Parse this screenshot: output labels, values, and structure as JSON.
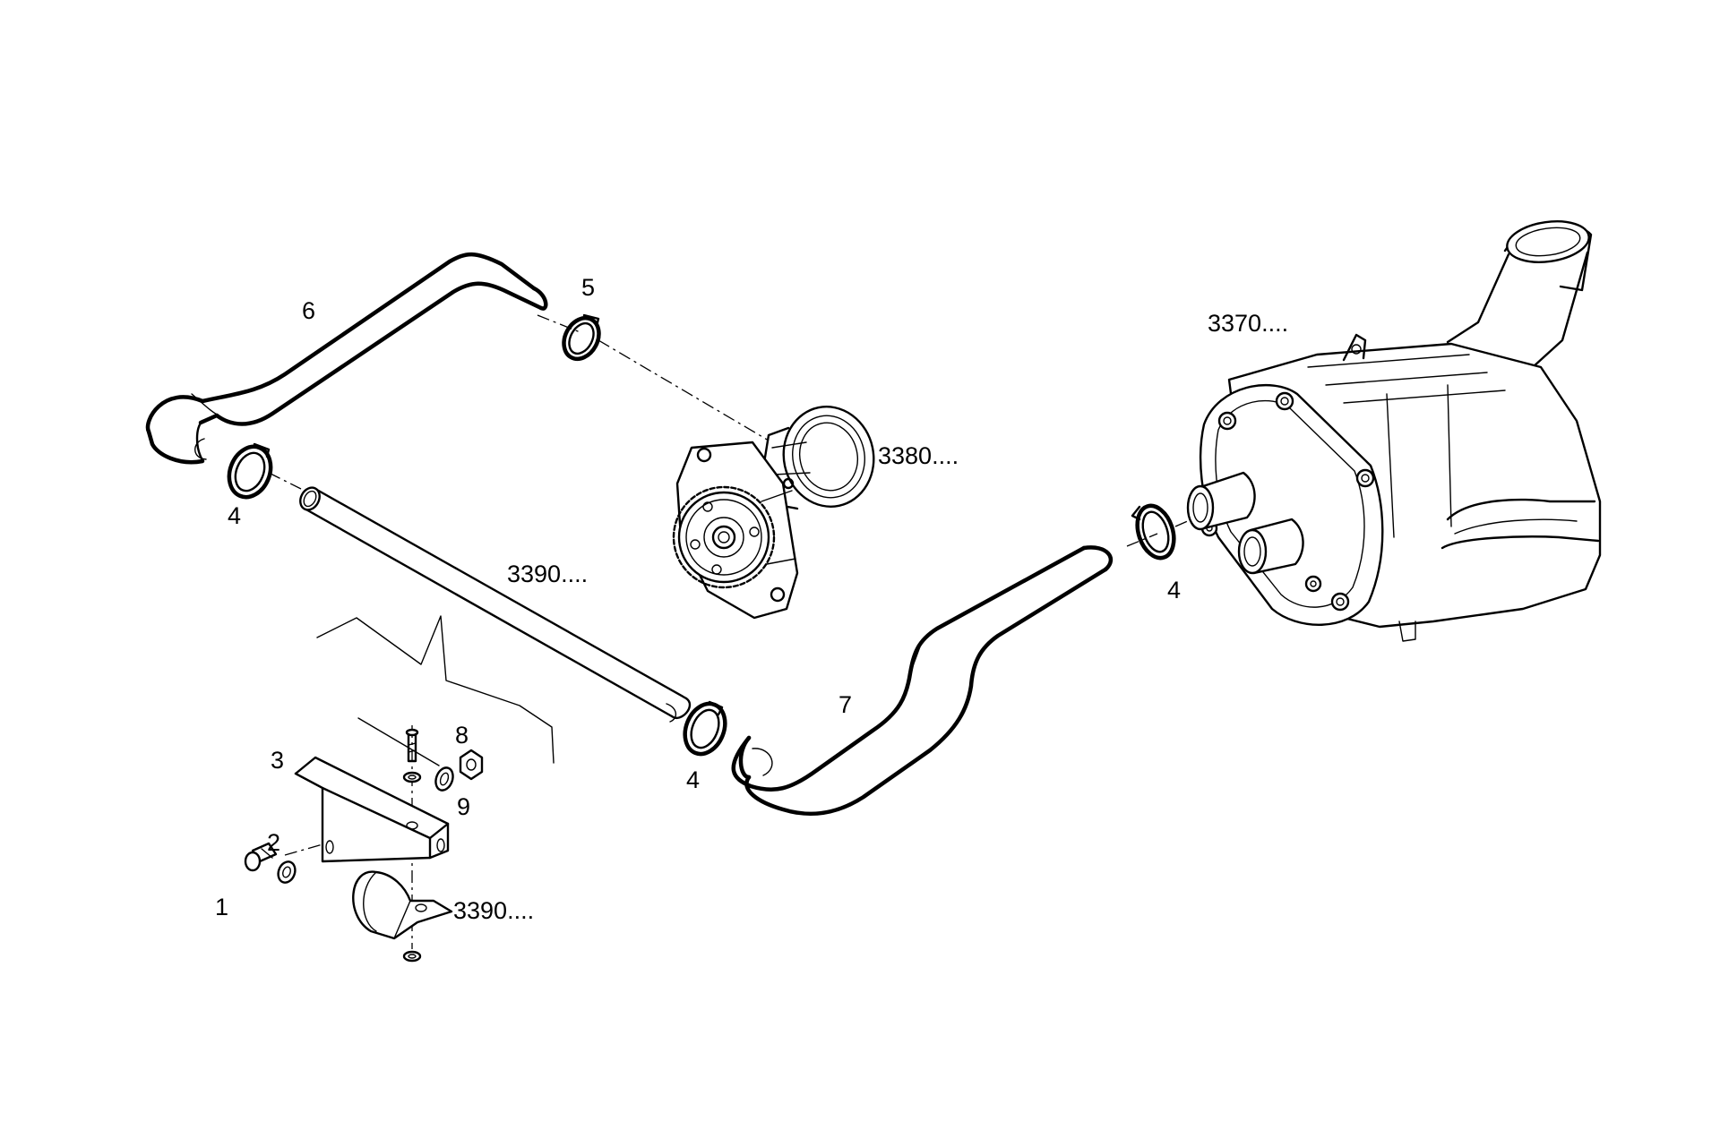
{
  "diagram": {
    "callouts": {
      "c1": "1",
      "c2": "2",
      "c3": "3",
      "c4a": "4",
      "c4b": "4",
      "c4c": "4",
      "c5": "5",
      "c6": "6",
      "c7": "7",
      "c8": "8",
      "c9": "9",
      "ref3370": "3370....",
      "ref3380": "3380....",
      "ref3390_pipe": "3390....",
      "ref3390_clip": "3390...."
    }
  }
}
